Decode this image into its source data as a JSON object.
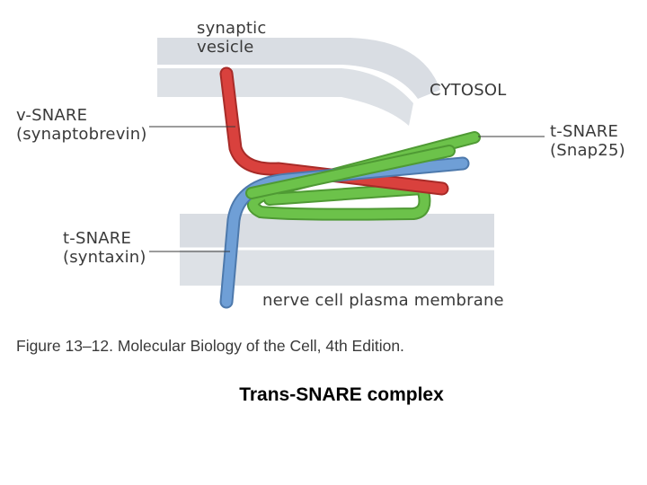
{
  "labels": {
    "vesicle": [
      "synaptic",
      "vesicle"
    ],
    "cytosol": "CYTOSOL",
    "v_snare": [
      "v-SNARE",
      "(synaptobrevin)"
    ],
    "t_snare_snap25": [
      "t-SNARE",
      "(Snap25)"
    ],
    "t_snare_syntaxin": [
      "t-SNARE",
      "(syntaxin)"
    ],
    "membrane": "nerve cell plasma membrane"
  },
  "caption": "Figure 13–12. Molecular Biology of the Cell, 4th Edition.",
  "slide_title": "Trans-SNARE complex",
  "colors": {
    "membrane": "#d9dde3",
    "membrane_edge": "#b8bec8",
    "v_snare": "#d9413d",
    "t_snare_syntaxin": "#6f9fd6",
    "t_snare_snap25": "#6cc24a"
  }
}
